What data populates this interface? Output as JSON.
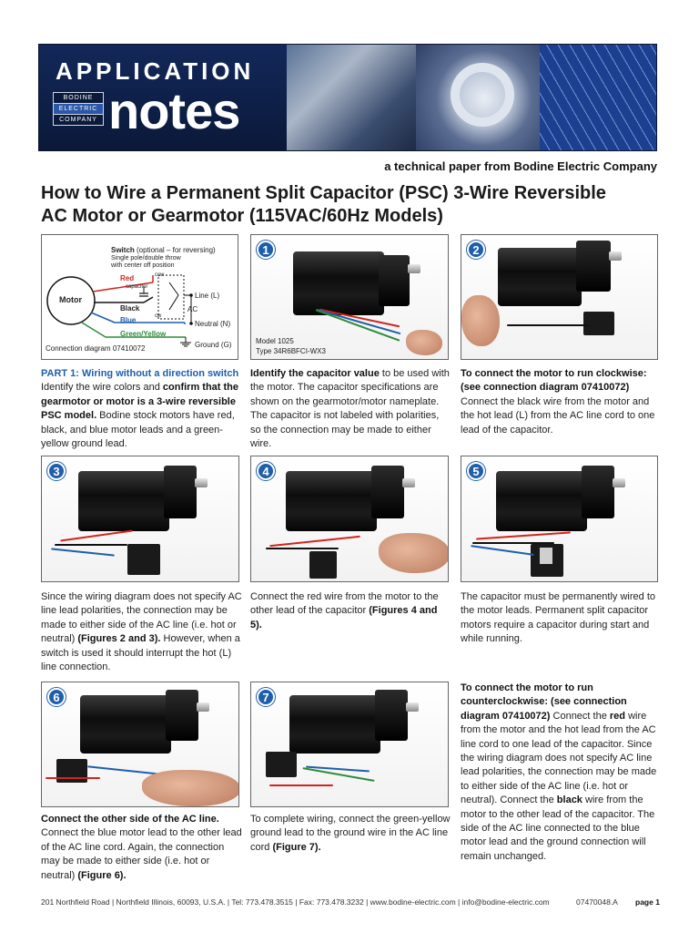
{
  "banner": {
    "application_word": "APPLICATION",
    "brand_lines": [
      "BODINE",
      "ELECTRIC",
      "COMPANY"
    ],
    "notes_word": "notes"
  },
  "tagline": "a technical paper from Bodine Electric Company",
  "title": {
    "line1": "How to Wire a Permanent Split Capacitor (PSC) 3-Wire Reversible",
    "line2": "AC Motor or Gearmotor (115VAC/60Hz Models)"
  },
  "diagram": {
    "switch_label": "Switch",
    "switch_note": "(optional – for reversing)",
    "switch_desc1": "Single pole/double throw",
    "switch_desc2": "with center off position",
    "motor": "Motor",
    "red": "Red",
    "capacitor": "capacitor",
    "black": "Black",
    "blue": "Blue",
    "green_yellow": "Green/Yellow",
    "ccw": "ccw",
    "cw": "cw",
    "line": "Line (L)",
    "ac": "AC",
    "neutral": "Neutral (N)",
    "ground": "Ground (G)",
    "caption": "Connection diagram 07410072",
    "colors": {
      "red": "#d0251f",
      "blue": "#1f5faa",
      "green": "#2e8b3a",
      "black": "#111111"
    }
  },
  "figures": {
    "f1": {
      "badge": "1",
      "caption1": "Model 1025",
      "caption2": "Type 34R6BFCI-WX3"
    },
    "f2": {
      "badge": "2"
    },
    "f3": {
      "badge": "3"
    },
    "f4": {
      "badge": "4"
    },
    "f5": {
      "badge": "5"
    },
    "f6": {
      "badge": "6"
    },
    "f7": {
      "badge": "7"
    }
  },
  "col1": {
    "part_head": "PART 1: Wiring without a direction switch",
    "p1_a": "Identify the wire colors and ",
    "p1_b": "confirm that the gearmotor or motor is a 3-wire reversible PSC model.",
    "p1_c": " Bodine stock motors have red, black, and blue motor leads and a green-yellow ground lead."
  },
  "col2": {
    "p1_a": "Identify the capacitor value",
    "p1_b": " to be used with the motor. The capacitor specifications are shown on the gearmotor/motor nameplate. The capacitor is not labeled with polarities, so the connection may be made to either wire."
  },
  "col3": {
    "head": "To connect the motor to run clockwise: (see connection diagram 07410072)",
    "body": "Connect the black wire from the motor and the hot lead (L) from the AC line cord to one lead of the capacitor."
  },
  "row2": {
    "t1_a": "Since the wiring diagram does not specify AC line lead polarities, the connection may be made to either side of the AC line (i.e. hot or neutral) ",
    "t1_b": "(Figures 2 and 3).",
    "t1_c": " However, when a switch is used it should interrupt the hot (L) line connection.",
    "t2_a": "Connect the red wire from the motor to the other lead of the capacitor ",
    "t2_b": "(Figures 4 and 5).",
    "t3": "The capacitor must be permanently wired to the motor leads. Permanent split capacitor motors require a capacitor during start and while running."
  },
  "row3": {
    "t1_head": "Connect the other side of the AC line.",
    "t1_body": " Connect the blue motor lead to the other lead of the AC line cord. Again, the connection may be made to either side (i.e. hot or neutral) ",
    "t1_fig": "(Figure 6).",
    "t2_a": "To complete wiring, connect the green-yellow ground lead to the ground wire in the AC line cord ",
    "t2_b": "(Figure 7).",
    "t3_head": "To connect the motor to run counterclockwise: (see connection diagram 07410072)",
    "t3_a": " Connect the ",
    "t3_red": "red",
    "t3_b": " wire from the motor and the hot lead from the AC line cord to one lead of the capacitor. Since the wiring diagram does not specify AC line lead polarities, the connection may be made to either side of the AC line (i.e. hot or neutral). Connect the ",
    "t3_black": "black",
    "t3_c": " wire from the motor to the other lead of the capacitor. The side of the AC line connected to the blue motor lead and the ground connection will remain unchanged."
  },
  "footer": {
    "address": "201 Northfield Road | Northfield Illinois, 60093, U.S.A. | Tel: 773.478.3515 | Fax: 773.478.3232 | www.bodine-electric.com | info@bodine-electric.com",
    "doc_number": "07470048.A",
    "page": "page 1"
  }
}
